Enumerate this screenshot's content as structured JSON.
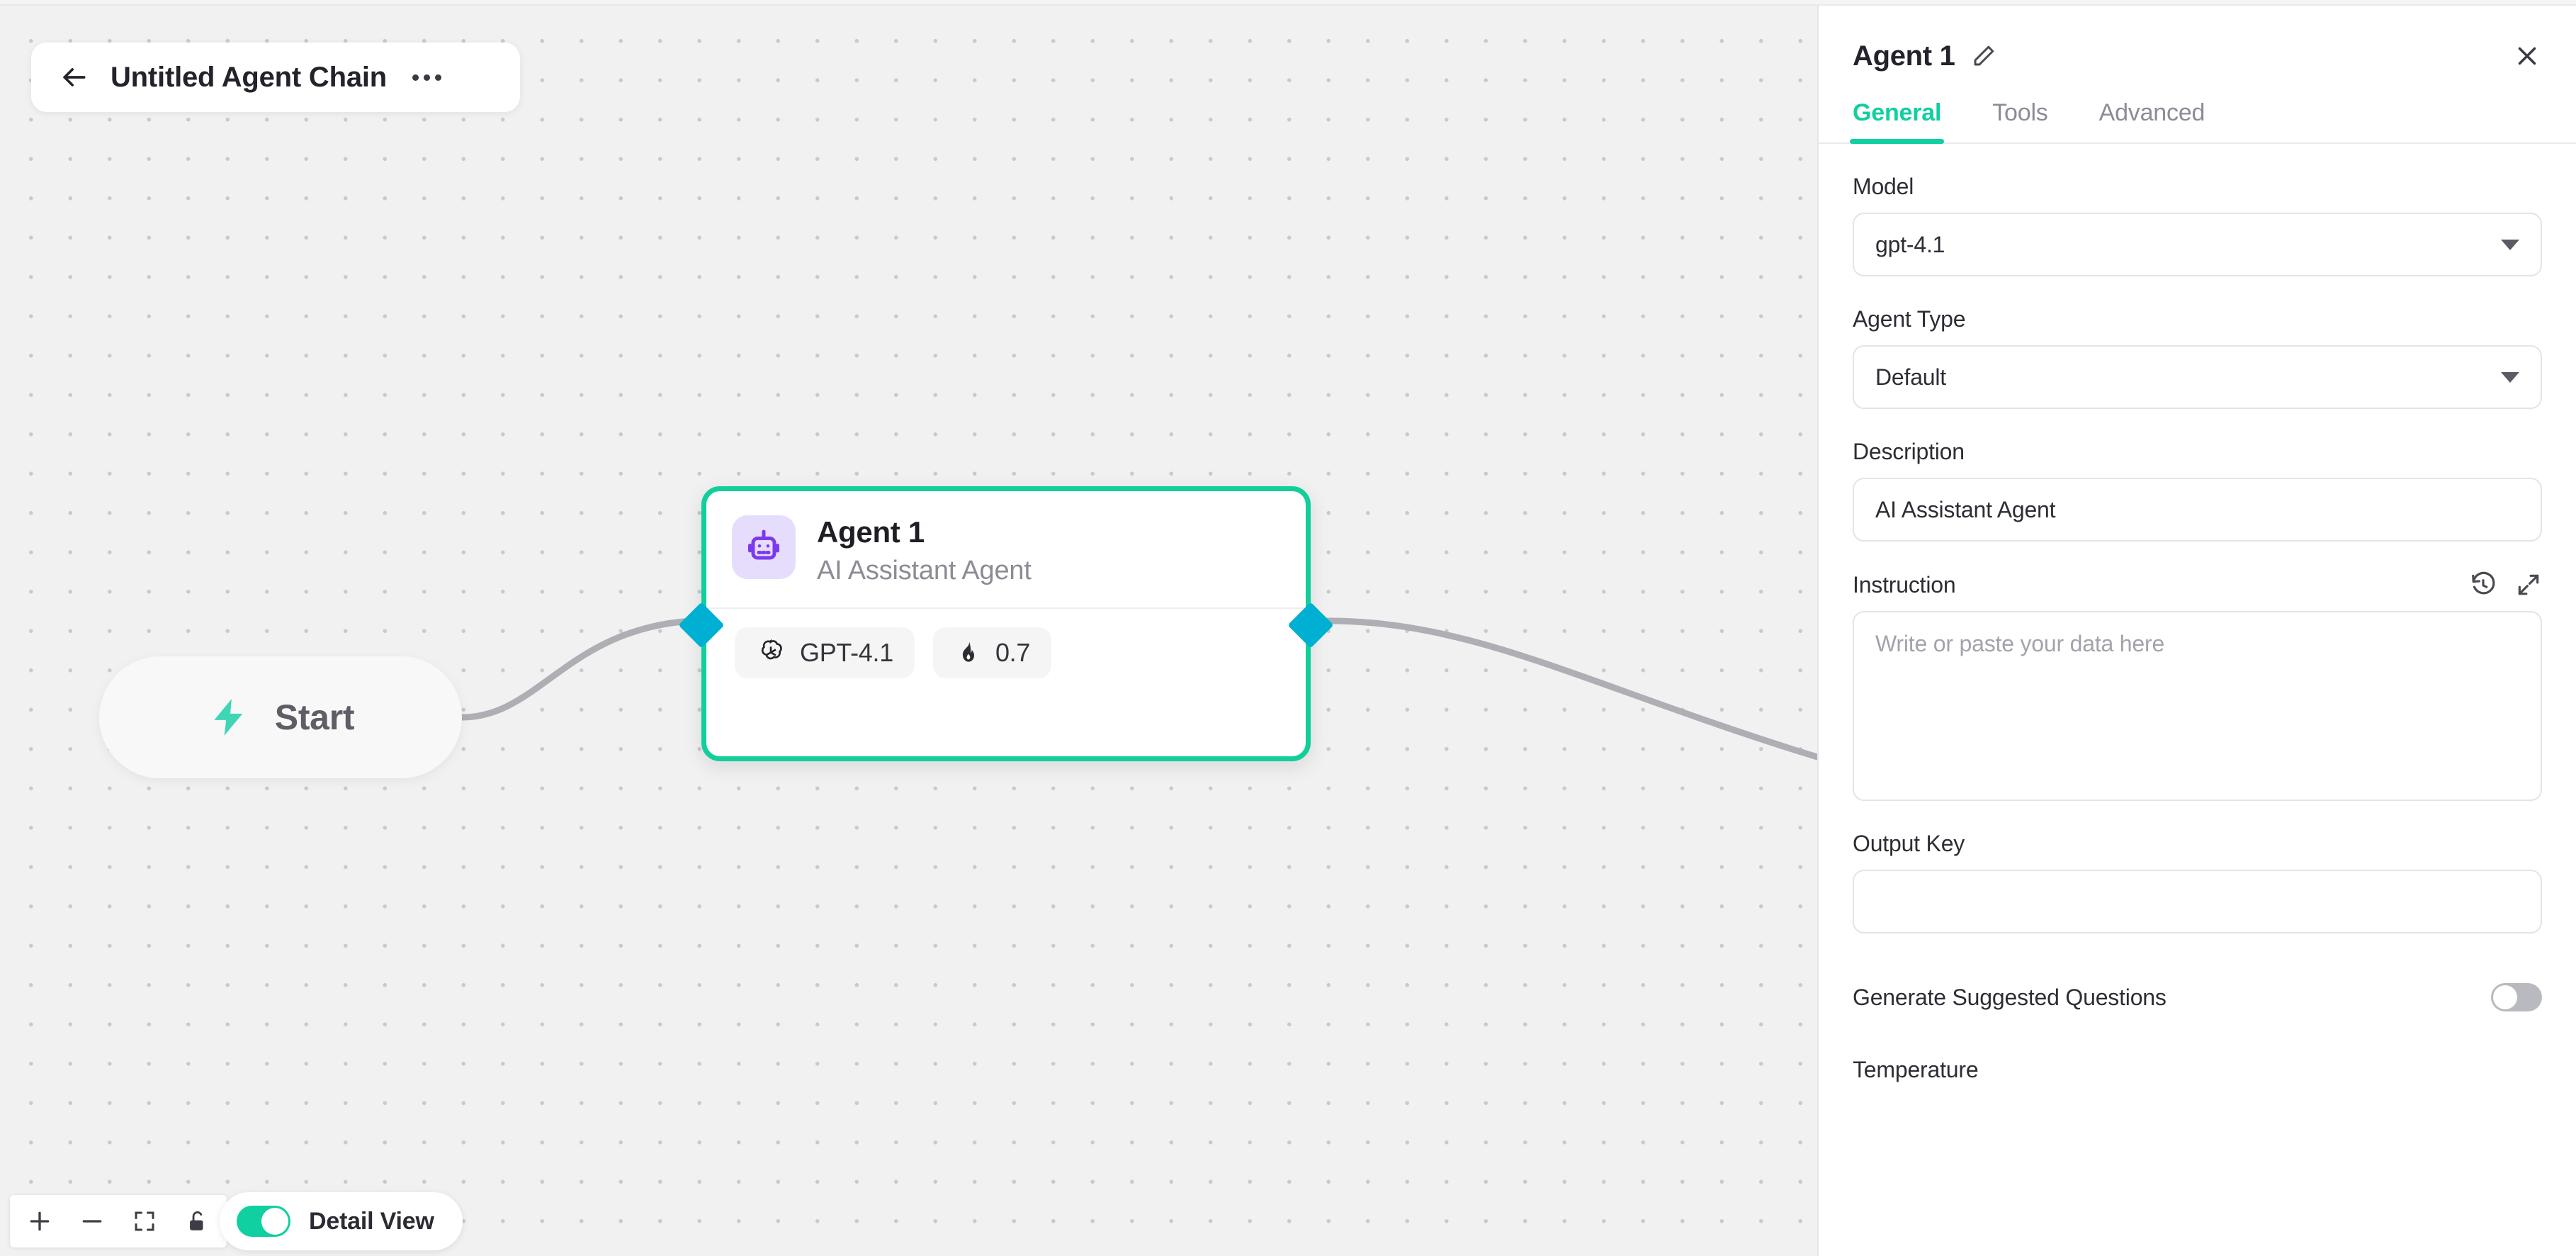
{
  "canvas": {
    "chain_title": "Untitled Agent Chain",
    "back_icon": "arrow-left-icon",
    "menu_icon": "more-horizontal-icon",
    "start_node": {
      "label": "Start",
      "icon": "lightning-bolt-icon"
    },
    "agent_node": {
      "icon": "robot-icon",
      "title": "Agent 1",
      "subtitle": "AI Assistant Agent",
      "badges": [
        {
          "icon": "openai-logo-icon",
          "label": "GPT-4.1"
        },
        {
          "icon": "flame-icon",
          "label": "0.7"
        }
      ],
      "handle_in": "target-handle",
      "handle_out": "source-handle"
    },
    "toolbar": {
      "zoom_in": "+",
      "zoom_out": "−",
      "fit_view_icon": "fit-view-icon",
      "lock_icon": "unlock-icon",
      "detail_view_label": "Detail View",
      "detail_view_on": true
    }
  },
  "panel": {
    "title": "Agent 1",
    "edit_icon": "pencil-icon",
    "close_icon": "close-icon",
    "tabs": [
      {
        "label": "General",
        "active": true
      },
      {
        "label": "Tools",
        "active": false
      },
      {
        "label": "Advanced",
        "active": false
      }
    ],
    "fields": {
      "model": {
        "label": "Model",
        "value": "gpt-4.1"
      },
      "agent_type": {
        "label": "Agent Type",
        "value": "Default"
      },
      "description": {
        "label": "Description",
        "value": "AI Assistant Agent"
      },
      "instruction": {
        "label": "Instruction",
        "placeholder": "Write or paste your data here",
        "value": "",
        "history_icon": "history-icon",
        "expand_icon": "expand-icon"
      },
      "output_key": {
        "label": "Output Key",
        "value": "",
        "placeholder": ""
      },
      "generate_suggested_questions": {
        "label": "Generate Suggested Questions",
        "enabled": false
      },
      "temperature": {
        "label": "Temperature"
      }
    }
  },
  "colors": {
    "accent_teal": "#10cfa0",
    "handle_blue": "#00b0d3",
    "robot_purple": "#7c3aed",
    "robot_tile_bg": "#e6ddfd",
    "canvas_bg": "#f1f1f1"
  }
}
